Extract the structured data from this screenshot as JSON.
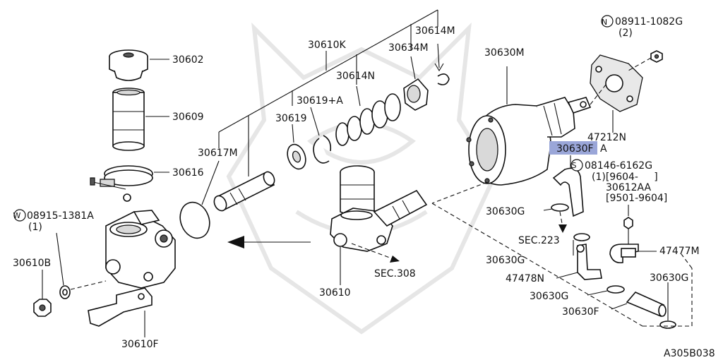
{
  "diagram": {
    "highlight_color": "#9aa6d8",
    "ref_code": "A305B038",
    "labels": {
      "p30602": "30602",
      "p30609": "30609",
      "p30616": "30616",
      "p30617M": "30617M",
      "p30619": "30619",
      "p30619A": "30619+A",
      "p30614N": "30614N",
      "p30610K": "30610K",
      "p30634M": "30634M",
      "p30614M": "30614M",
      "p30630M": "30630M",
      "p08911_code": "08911-1082G",
      "p08911_qty": "(2)",
      "p47212N": "47212N",
      "p30630FA_hl": "30630F",
      "p30630FA_tail": "A",
      "p08146_code": "08146-6162G",
      "p08146_qty": "(1)[9604-     ]",
      "p30612AA": "30612AA",
      "p30612AA_range": "[9501-9604]",
      "p30630G_1": "30630G",
      "sec223": "SEC.223",
      "p30630G_2": "30630G",
      "p47477M": "47477M",
      "p47478N": "47478N",
      "p30630G_3": "30630G",
      "p30630G_4": "30630G",
      "p30630F": "30630F",
      "p08915_code": "08915-1381A",
      "p08915_qty": "(1)",
      "p30610B": "30610B",
      "p30610": "30610",
      "sec308": "SEC.308",
      "p30610F": "30610F",
      "mark_N": "N",
      "mark_S": "S",
      "mark_W": "W"
    }
  }
}
